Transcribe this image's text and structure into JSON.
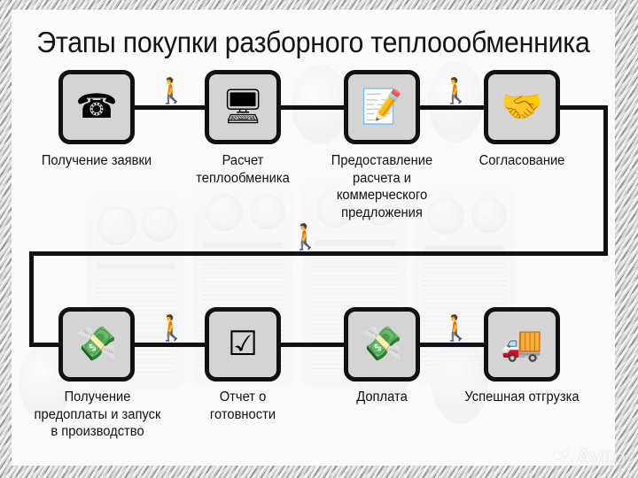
{
  "title": "Этапы покупки разборного теплоообменника",
  "watermark": {
    "text": "Avito",
    "logo_icon": "avito-dots-icon"
  },
  "colors": {
    "line": "#111111",
    "box_fill": "#d4d4d4",
    "box_border": "#111111",
    "card_background": "#fbfbfb",
    "text": "#111111"
  },
  "flow": {
    "row1": [
      {
        "id": "step-1",
        "label": "Получение заявки",
        "icon": "telephone-icon",
        "glyph": "☎"
      },
      {
        "id": "step-2",
        "label": "Расчет\nтеплообменика",
        "icon": "monitor-icon",
        "glyph": "🖥"
      },
      {
        "id": "step-3",
        "label": "Предоставление\nрасчета и\nкоммерческого\nпредложения",
        "icon": "memo-pencil-icon",
        "glyph": "📝"
      },
      {
        "id": "step-4",
        "label": "Согласование",
        "icon": "handshake-icon",
        "glyph": "🤝"
      }
    ],
    "row2": [
      {
        "id": "step-5",
        "label": "Получение\nпредоплаты и запуск\nв производство",
        "icon": "money-with-wings-icon",
        "glyph": "💸"
      },
      {
        "id": "step-6",
        "label": "Отчет о\nготовности",
        "icon": "ballot-box-check-icon",
        "glyph": "☑"
      },
      {
        "id": "step-7",
        "label": "Доплата",
        "icon": "money-with-wings-icon",
        "glyph": "💸"
      },
      {
        "id": "step-8",
        "label": "Успешная отгрузка",
        "icon": "delivery-truck-icon",
        "glyph": "🚚"
      }
    ],
    "walkers": [
      {
        "id": "walker-1",
        "icon": "walking-person-icon",
        "glyph": "🚶"
      },
      {
        "id": "walker-2",
        "icon": "walking-person-icon",
        "glyph": "🚶"
      },
      {
        "id": "walker-3",
        "icon": "walking-person-icon",
        "glyph": "🚶"
      },
      {
        "id": "walker-4",
        "icon": "walking-person-icon",
        "glyph": "🚶"
      },
      {
        "id": "walker-5",
        "icon": "walking-person-icon",
        "glyph": "🚶"
      },
      {
        "id": "walker-6",
        "icon": "walking-person-icon",
        "glyph": "🚶"
      }
    ]
  }
}
